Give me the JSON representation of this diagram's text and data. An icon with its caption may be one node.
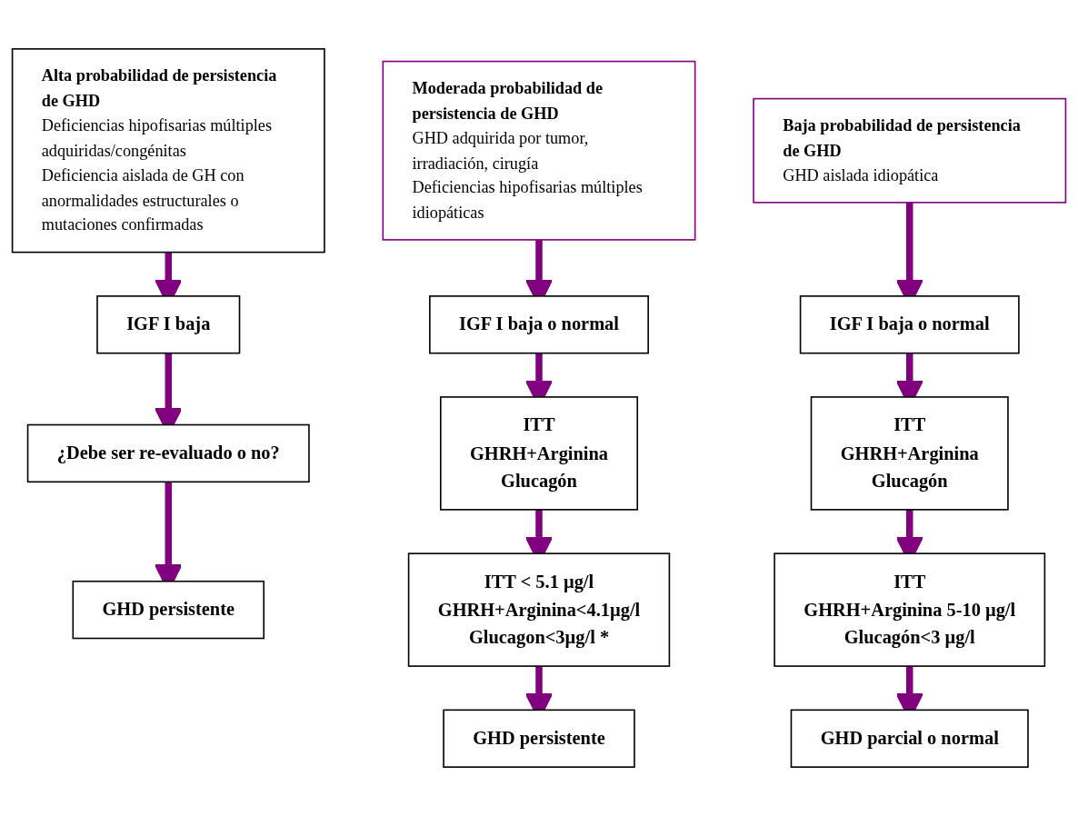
{
  "diagram": {
    "nodes": [
      {
        "text": [
          "Alta probabilidad de persistencia de GHD",
          "Deficiencias hipofisarias múltiples adquiridas/congénitas",
          "Deficiencia aislada de GH con anormalidades estructurales o mutaciones confirmadas"
        ]
      },
      {
        "text": [
          "IGF I baja"
        ]
      },
      {
        "text": [
          "¿Debe ser re-evaluado o no?"
        ]
      },
      {
        "text": [
          "GHD persistente"
        ]
      },
      {
        "text": [
          "Moderada probabilidad de persistencia de GHD",
          "GHD adquirida por tumor, irradiación, cirugía",
          "Deficiencias hipofisarias múltiples idiopáticas"
        ]
      },
      {
        "text": [
          "IGF I baja o normal"
        ]
      },
      {
        "text": [
          "ITT",
          "GHRH+Arginina",
          "Glucagón"
        ]
      },
      {
        "text": [
          "ITT < 5.1 µg/l",
          "GHRH+Arginina<4.1µg/l",
          "Glucagon<3µg/l *"
        ]
      },
      {
        "text": [
          "GHD persistente"
        ]
      },
      {
        "text": [
          "Baja probabilidad de persistencia de GHD",
          "GHD aislada idiopática"
        ]
      },
      {
        "text": [
          "IGF I baja o normal"
        ]
      },
      {
        "text": [
          "ITT",
          "GHRH+Arginina",
          "Glucagón"
        ]
      },
      {
        "text": [
          "ITT",
          "GHRH+Arginina 5-10 µg/l",
          "Glucagón<3 µg/l"
        ]
      },
      {
        "text": [
          "GHD parcial o normal"
        ]
      }
    ],
    "edges": [
      {
        "from": 0,
        "to": 1,
        "arrow": "to"
      },
      {
        "from": 1,
        "to": 2,
        "arrow": "to"
      },
      {
        "from": 2,
        "to": 3,
        "arrow": "to"
      },
      {
        "from": 4,
        "to": 5,
        "arrow": "to"
      },
      {
        "from": 5,
        "to": 6,
        "arrow": "to"
      },
      {
        "from": 6,
        "to": 7,
        "arrow": "to"
      },
      {
        "from": 7,
        "to": 8,
        "arrow": "to"
      },
      {
        "from": 9,
        "to": 10,
        "arrow": "to"
      },
      {
        "from": 10,
        "to": 11,
        "arrow": "to"
      },
      {
        "from": 11,
        "to": 12,
        "arrow": "to"
      },
      {
        "from": 12,
        "to": 13,
        "arrow": "to"
      }
    ]
  }
}
